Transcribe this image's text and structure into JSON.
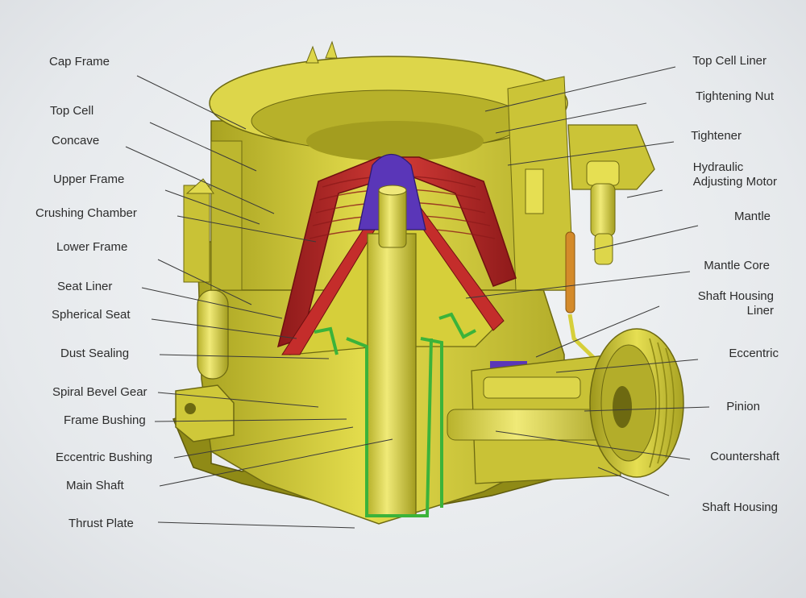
{
  "colors": {
    "body": "#d6cf3a",
    "body_dark": "#8f8a16",
    "body_light": "#ece66a",
    "chamber": "#c42d2b",
    "chamber_dark": "#8e1a1a",
    "cap": "#5a36b8",
    "sealing": "#3bb33a",
    "leader": "#3a3a3a",
    "text": "#2c2c2c"
  },
  "labels": {
    "left": [
      {
        "id": "cap-frame",
        "lines": [
          "Cap Frame"
        ]
      },
      {
        "id": "top-cell",
        "lines": [
          "Top Cell"
        ]
      },
      {
        "id": "concave",
        "lines": [
          "Concave"
        ]
      },
      {
        "id": "upper-frame",
        "lines": [
          "Upper Frame"
        ]
      },
      {
        "id": "crushing-chamber",
        "lines": [
          "Crushing Chamber"
        ]
      },
      {
        "id": "lower-frame",
        "lines": [
          "Lower Frame"
        ]
      },
      {
        "id": "seat-liner",
        "lines": [
          "Seat Liner"
        ]
      },
      {
        "id": "spherical-seat",
        "lines": [
          "Spherical Seat"
        ]
      },
      {
        "id": "dust-sealing",
        "lines": [
          "Dust Sealing"
        ]
      },
      {
        "id": "spiral-bevel-gear",
        "lines": [
          "Spiral Bevel Gear"
        ]
      },
      {
        "id": "frame-bushing",
        "lines": [
          "Frame Bushing"
        ]
      },
      {
        "id": "eccentric-bushing",
        "lines": [
          "Eccentric Bushing"
        ]
      },
      {
        "id": "main-shaft",
        "lines": [
          "Main Shaft"
        ]
      },
      {
        "id": "thrust-plate",
        "lines": [
          "Thrust Plate"
        ]
      }
    ],
    "right": [
      {
        "id": "top-cell-liner",
        "lines": [
          "Top Cell Liner"
        ]
      },
      {
        "id": "tightening-nut",
        "lines": [
          "Tightening Nut"
        ]
      },
      {
        "id": "tightener",
        "lines": [
          "Tightener"
        ]
      },
      {
        "id": "hydraulic-adjusting-motor",
        "lines": [
          "Hydraulic",
          "Adjusting Motor"
        ]
      },
      {
        "id": "mantle",
        "lines": [
          "Mantle"
        ]
      },
      {
        "id": "mantle-core",
        "lines": [
          "Mantle Core"
        ]
      },
      {
        "id": "shaft-housing-liner",
        "lines": [
          "Shaft Housing",
          "Liner"
        ]
      },
      {
        "id": "eccentric",
        "lines": [
          "Eccentric"
        ]
      },
      {
        "id": "pinion",
        "lines": [
          "Pinion"
        ]
      },
      {
        "id": "countershaft",
        "lines": [
          "Countershaft"
        ]
      },
      {
        "id": "shaft-housing",
        "lines": [
          "Shaft Housing"
        ]
      }
    ]
  }
}
